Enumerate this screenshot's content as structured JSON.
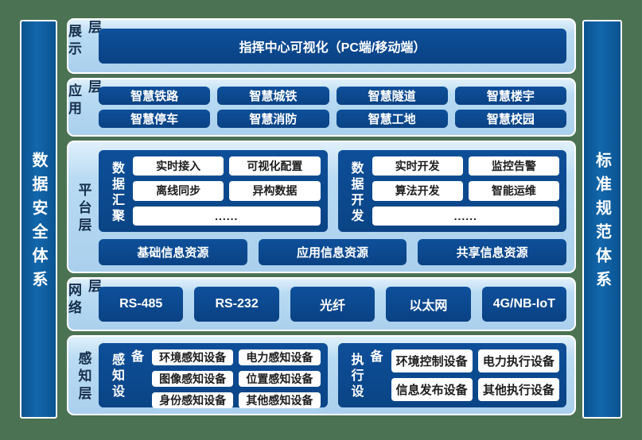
{
  "colors": {
    "background_green": "#4a7253",
    "panel_light_blue": "#aad0ed",
    "box_navy": "#0a4284",
    "bar_blue": "#0e5fa0",
    "label_navy": "#152e4c",
    "white_box_text": "#1d1d1d"
  },
  "side_bars": {
    "left": "数据安全体系",
    "right": "标准规范体系"
  },
  "layers": {
    "presentation": {
      "label": "展示层",
      "title": "指挥中心可视化（PC端/移动端）"
    },
    "application": {
      "label": "应用层",
      "apps": [
        "智慧铁路",
        "智慧城铁",
        "智慧隧道",
        "智慧楼宇",
        "智慧停车",
        "智慧消防",
        "智慧工地",
        "智慧校园"
      ]
    },
    "platform": {
      "label": "平台层",
      "groups": [
        {
          "label": "数据汇聚",
          "items": [
            "实时接入",
            "可视化配置",
            "离线同步",
            "异构数据"
          ],
          "more": "......"
        },
        {
          "label": "数据开发",
          "items": [
            "实时开发",
            "监控告警",
            "算法开发",
            "智能运维"
          ],
          "more": "......"
        }
      ],
      "resources": [
        "基础信息资源",
        "应用信息资源",
        "共享信息资源"
      ]
    },
    "network": {
      "label": "网络层",
      "protocols": [
        "RS-485",
        "RS-232",
        "光纤",
        "以太网",
        "4G/NB-IoT"
      ]
    },
    "perception": {
      "label": "感知层",
      "groups": [
        {
          "label": "感知设备",
          "items": [
            "环境感知设备",
            "电力感知设备",
            "图像感知设备",
            "位置感知设备",
            "身份感知设备",
            "其他感知设备"
          ]
        },
        {
          "label": "执行设备",
          "items": [
            "环境控制设备",
            "电力执行设备",
            "信息发布设备",
            "其他执行设备"
          ]
        }
      ]
    }
  }
}
